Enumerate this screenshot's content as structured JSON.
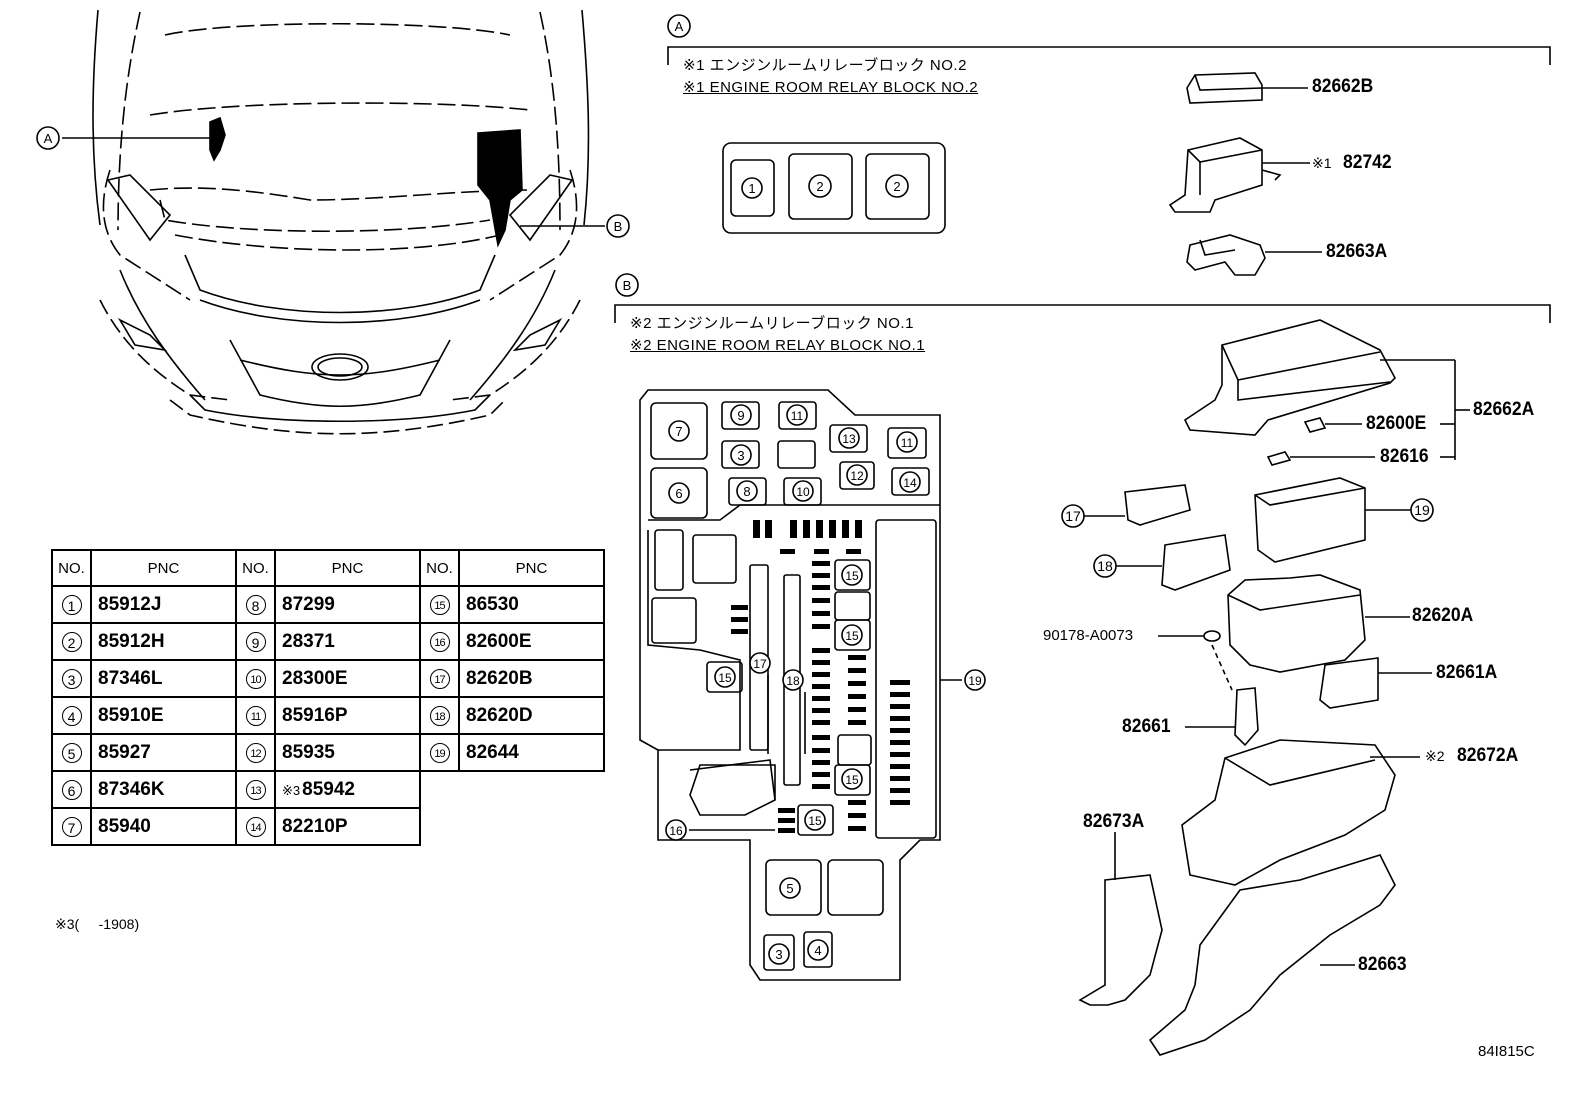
{
  "section_a": {
    "label": "A",
    "note_jp": "※1 エンジンルームリレーブロック NO.2",
    "note_en": "※1 ENGINE ROOM RELAY BLOCK NO.2",
    "slots": [
      "1",
      "2",
      "2"
    ]
  },
  "section_b": {
    "label": "B",
    "note_jp": "※2 エンジンルームリレーブロック NO.1",
    "note_en": "※2 ENGINE ROOM RELAY BLOCK NO.1"
  },
  "car_callouts": {
    "a": "A",
    "b": "B"
  },
  "parts": {
    "p82662B": "82662B",
    "p82742_mark": "※1",
    "p82742": "82742",
    "p82663A": "82663A",
    "p82662A": "82662A",
    "p82600E": "82600E",
    "p82616": "82616",
    "p17": "17",
    "p18": "18",
    "p19": "19",
    "p82620A": "82620A",
    "p90178": "90178-A0073",
    "p82661A": "82661A",
    "p82661": "82661",
    "p82672A_mark": "※2",
    "p82672A": "82672A",
    "p82673A": "82673A",
    "p82663": "82663"
  },
  "table": {
    "headers": {
      "no": "NO.",
      "pnc": "PNC"
    },
    "rows": [
      [
        {
          "no": "1",
          "pnc": "85912J"
        },
        {
          "no": "8",
          "pnc": "87299"
        },
        {
          "no": "15",
          "pnc": "86530"
        }
      ],
      [
        {
          "no": "2",
          "pnc": "85912H"
        },
        {
          "no": "9",
          "pnc": "28371"
        },
        {
          "no": "16",
          "pnc": "82600E"
        }
      ],
      [
        {
          "no": "3",
          "pnc": "87346L"
        },
        {
          "no": "10",
          "pnc": "28300E"
        },
        {
          "no": "17",
          "pnc": "82620B"
        }
      ],
      [
        {
          "no": "4",
          "pnc": "85910E"
        },
        {
          "no": "11",
          "pnc": "85916P"
        },
        {
          "no": "18",
          "pnc": "82620D"
        }
      ],
      [
        {
          "no": "5",
          "pnc": "85927"
        },
        {
          "no": "12",
          "pnc": "85935"
        },
        {
          "no": "19",
          "pnc": "82644"
        }
      ],
      [
        {
          "no": "6",
          "pnc": "87346K"
        },
        {
          "no": "13",
          "pnc": "85942",
          "mark": "※3"
        },
        null
      ],
      [
        {
          "no": "7",
          "pnc": "85940"
        },
        {
          "no": "14",
          "pnc": "82210P"
        },
        null
      ]
    ]
  },
  "footnote": {
    "mark": "※3",
    "text": "(     -1908)"
  },
  "diagram_code": "84I815C",
  "relay_block_b": {
    "cells": [
      "7",
      "9",
      "11",
      "3",
      "13",
      "11",
      "12",
      "14",
      "6",
      "8",
      "10",
      "15",
      "15",
      "15",
      "15",
      "15",
      "16",
      "17",
      "18",
      "19",
      "5",
      "3",
      "4"
    ]
  }
}
